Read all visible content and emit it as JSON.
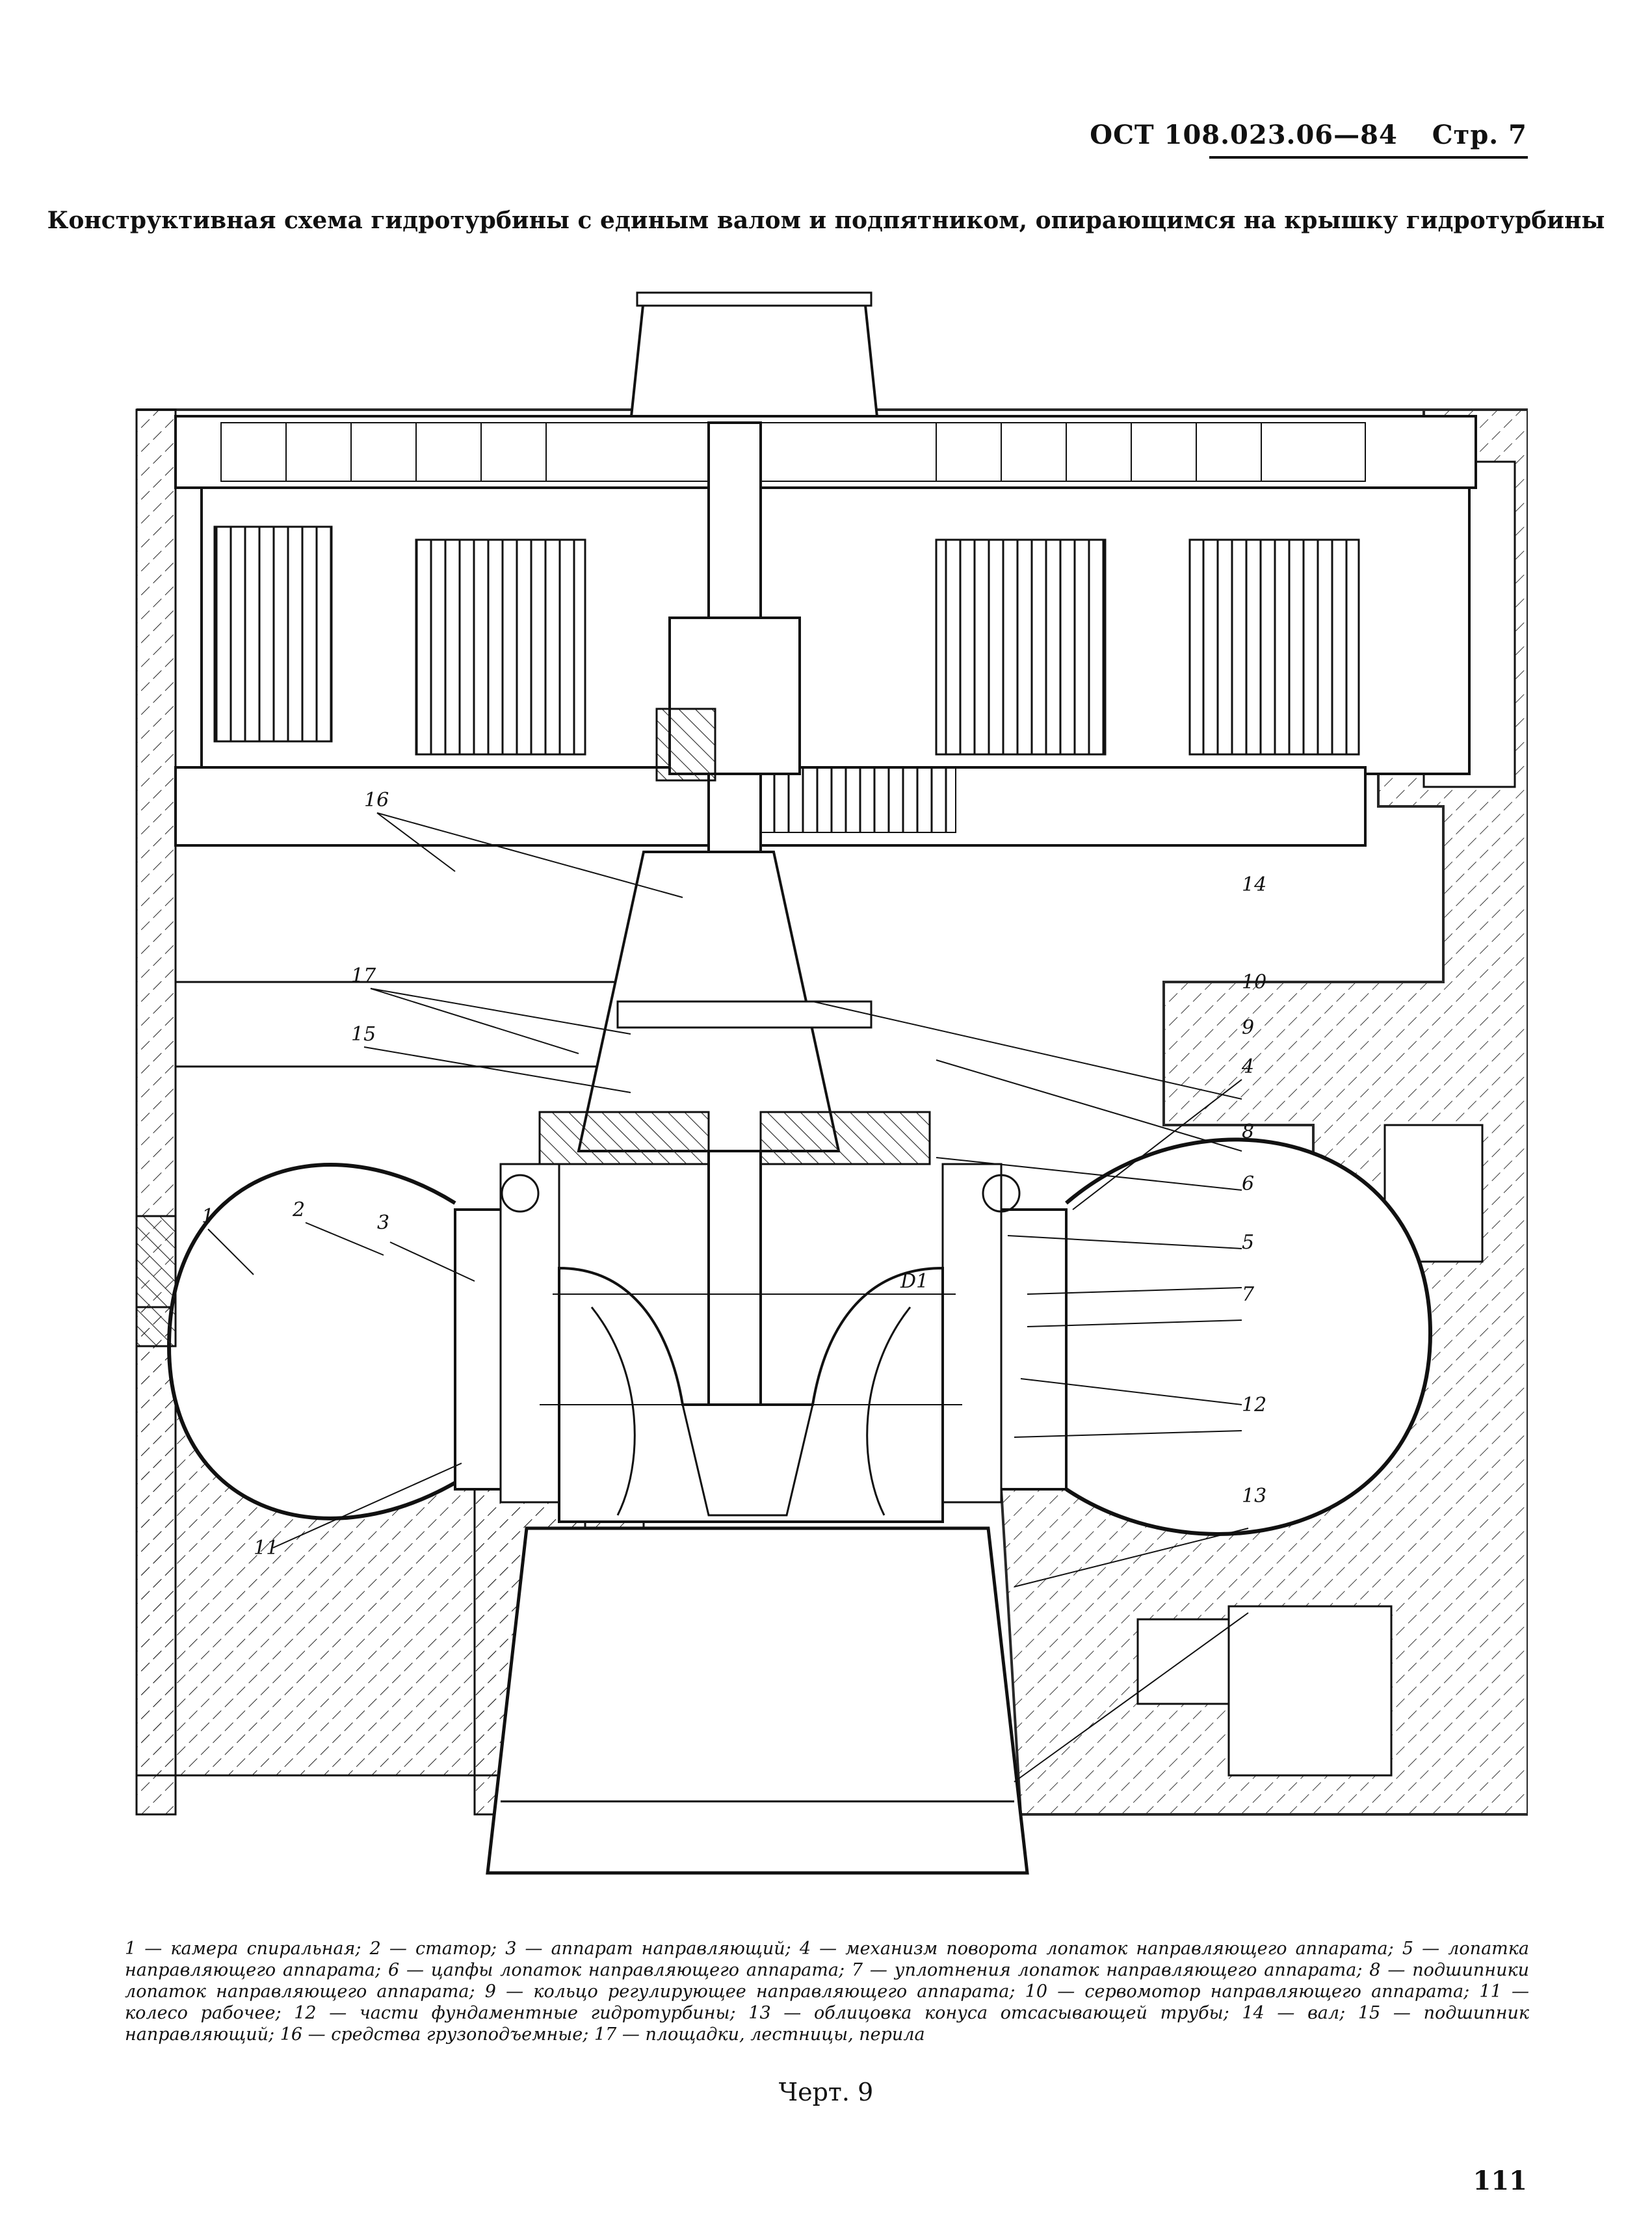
{
  "header": {
    "standard": "ОСТ 108.023.06—84",
    "page": "Стр. 7"
  },
  "title": "Конструктивная схема гидротурбины с единым валом и подпятником, опирающимся на крышку гидротурбины",
  "labels": [
    "1",
    "2",
    "3",
    "4",
    "5",
    "6",
    "7",
    "8",
    "9",
    "10",
    "11",
    "12",
    "13",
    "14",
    "15",
    "16",
    "17",
    "D1"
  ],
  "legend": "1 — камера спиральная; 2 — статор; 3 — аппарат направляющий; 4 — механизм поворота лопаток направляющего аппарата; 5 — лопатка направляющего аппарата; 6 — цапфы лопаток направляющего аппарата; 7 — уплотнения лопаток направляющего аппарата; 8 — подшипники лопаток направляющего аппарата; 9 — кольцо регулирующее направляющего аппарата; 10 — сервомотор направляющего аппарата; 11 — колесо рабочее; 12 — части фундаментные гидротурбины; 13 — облицовка конуса отсасывающей трубы; 14 — вал; 15 — подшипник направляющий; 16 — средства грузоподъемные; 17 — площадки, лестницы, перила",
  "caption": "Черт. 9",
  "page_number": "111"
}
